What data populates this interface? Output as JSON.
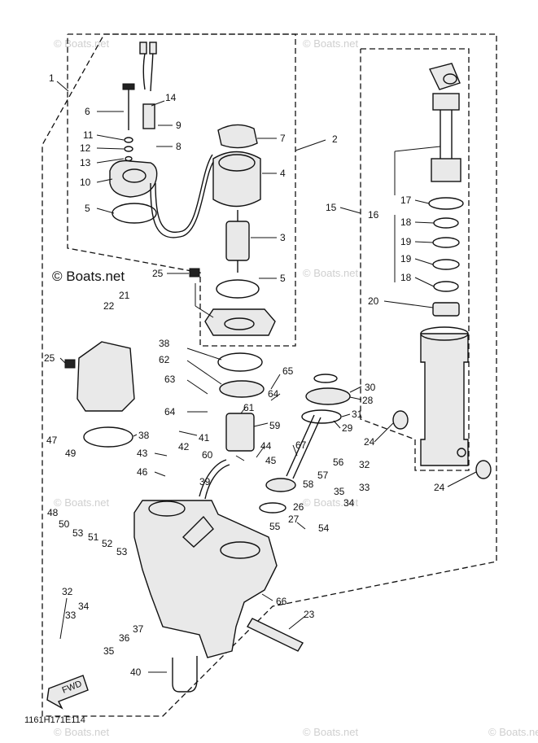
{
  "watermarks": [
    "© Boats.net",
    "© Boats.net",
    "© Boats.net",
    "© Boats.net",
    "© Boats.net",
    "© Boats.net",
    "© Boats.net",
    "© Boats.net"
  ],
  "main_watermark": "© Boats.net",
  "diagram_code": "1161H171E114",
  "fwd_label": "FWD",
  "part_numbers": [
    "1",
    "2",
    "3",
    "4",
    "5",
    "5",
    "6",
    "7",
    "8",
    "9",
    "10",
    "11",
    "12",
    "13",
    "14",
    "15",
    "16",
    "17",
    "18",
    "18",
    "19",
    "19",
    "20",
    "21",
    "22",
    "23",
    "24",
    "24",
    "25",
    "25",
    "26",
    "27",
    "28",
    "29",
    "30",
    "31",
    "32",
    "32",
    "33",
    "33",
    "34",
    "34",
    "35",
    "35",
    "36",
    "37",
    "38",
    "38",
    "39",
    "40",
    "41",
    "42",
    "43",
    "44",
    "45",
    "46",
    "47",
    "48",
    "49",
    "50",
    "51",
    "52",
    "53",
    "53",
    "54",
    "55",
    "56",
    "57",
    "58",
    "59",
    "60",
    "61",
    "62",
    "63",
    "64",
    "64",
    "65",
    "66",
    "67"
  ]
}
